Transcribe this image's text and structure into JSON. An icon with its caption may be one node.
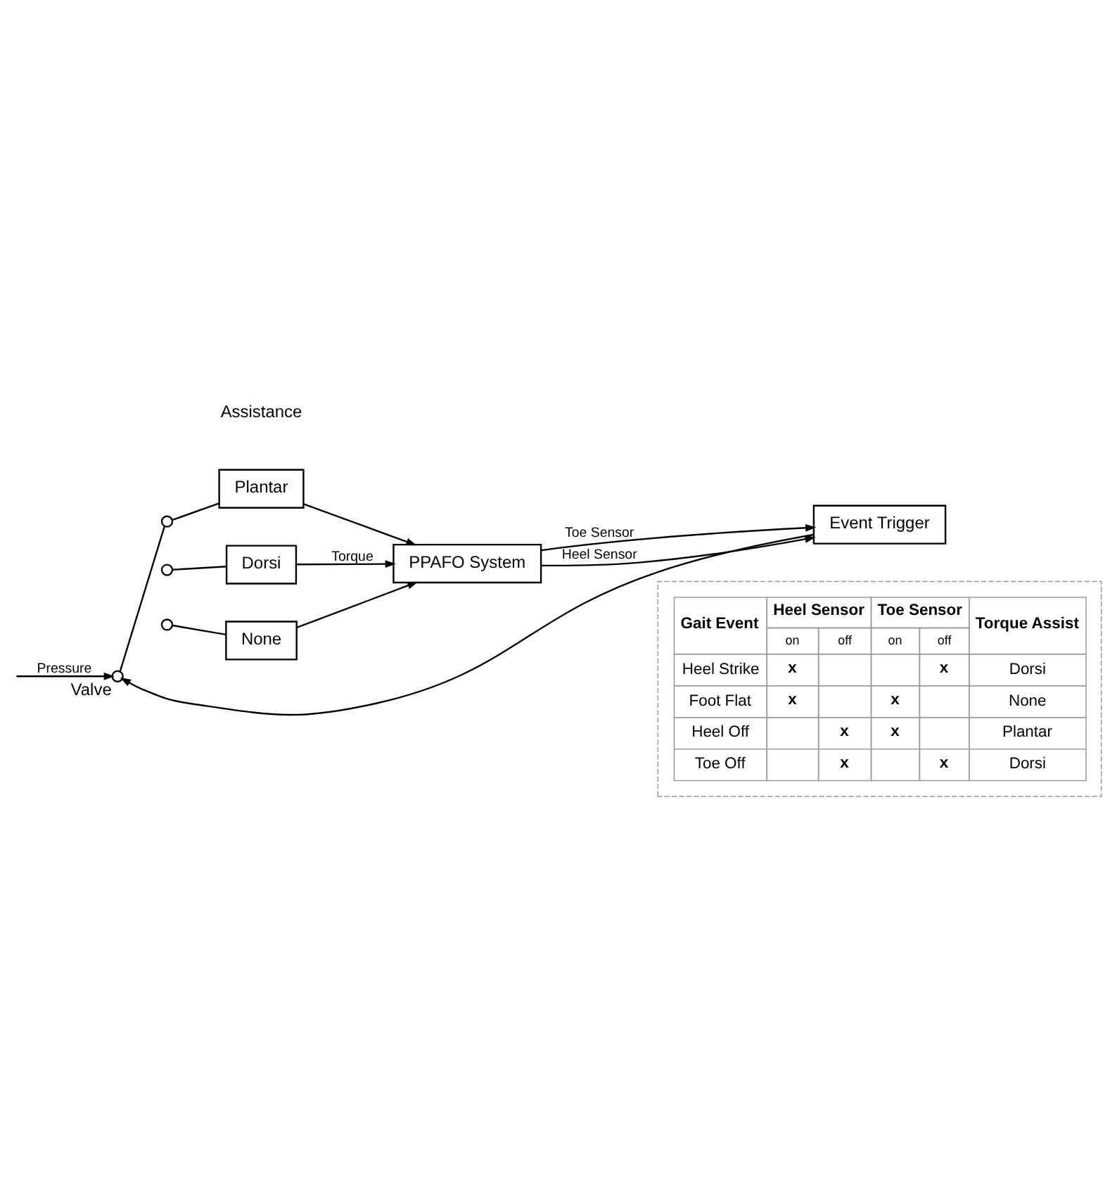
{
  "diagram": {
    "nodes": [
      {
        "text": [],
        "shape": "circle",
        "beside": [
          "Valve"
        ]
      },
      {
        "text": [],
        "shape": "circle"
      },
      {
        "text": [],
        "shape": "circle"
      },
      {
        "text": [],
        "shape": "circle"
      },
      {
        "text": [
          "Plantar"
        ]
      },
      {
        "text": [
          "Dorsi"
        ]
      },
      {
        "text": [
          "None"
        ]
      },
      {
        "text": [
          "PPAFO System"
        ]
      },
      {
        "text": [
          "Event Trigger"
        ]
      }
    ],
    "edges": [
      {
        "from": null,
        "to": 0,
        "arrow": "to",
        "label": "Pressure"
      },
      {
        "from": 0,
        "to": 1,
        "arrow": "none"
      },
      {
        "from": 1,
        "to": 4,
        "arrow": "none"
      },
      {
        "from": 2,
        "to": 5,
        "arrow": "none"
      },
      {
        "from": 3,
        "to": 6,
        "arrow": "none"
      },
      {
        "from": 4,
        "to": 7,
        "arrow": "to"
      },
      {
        "from": 5,
        "to": 7,
        "arrow": "to",
        "label": "Torque"
      },
      {
        "from": 6,
        "to": 7,
        "arrow": "to"
      },
      {
        "from": 7,
        "to": 8,
        "arrow": "to",
        "label": "Heel Sensor"
      },
      {
        "from": 7,
        "to": 8,
        "arrow": "to",
        "label": "Toe Sensor"
      },
      {
        "from": 8,
        "to": 0,
        "arrow": "to"
      }
    ],
    "labels": [
      "Assistance",
      "Gait Event",
      "Heel Sensor",
      "Toe Sensor",
      "Torque Assist",
      "on",
      "off",
      "on",
      "off",
      "Heel Strike",
      "x",
      "x",
      "Dorsi",
      "Foot Flat",
      "x",
      "x",
      "None",
      "Heel Off",
      "x",
      "x",
      "Plantar",
      "Toe Off",
      "x",
      "x",
      "Dorsi"
    ]
  }
}
